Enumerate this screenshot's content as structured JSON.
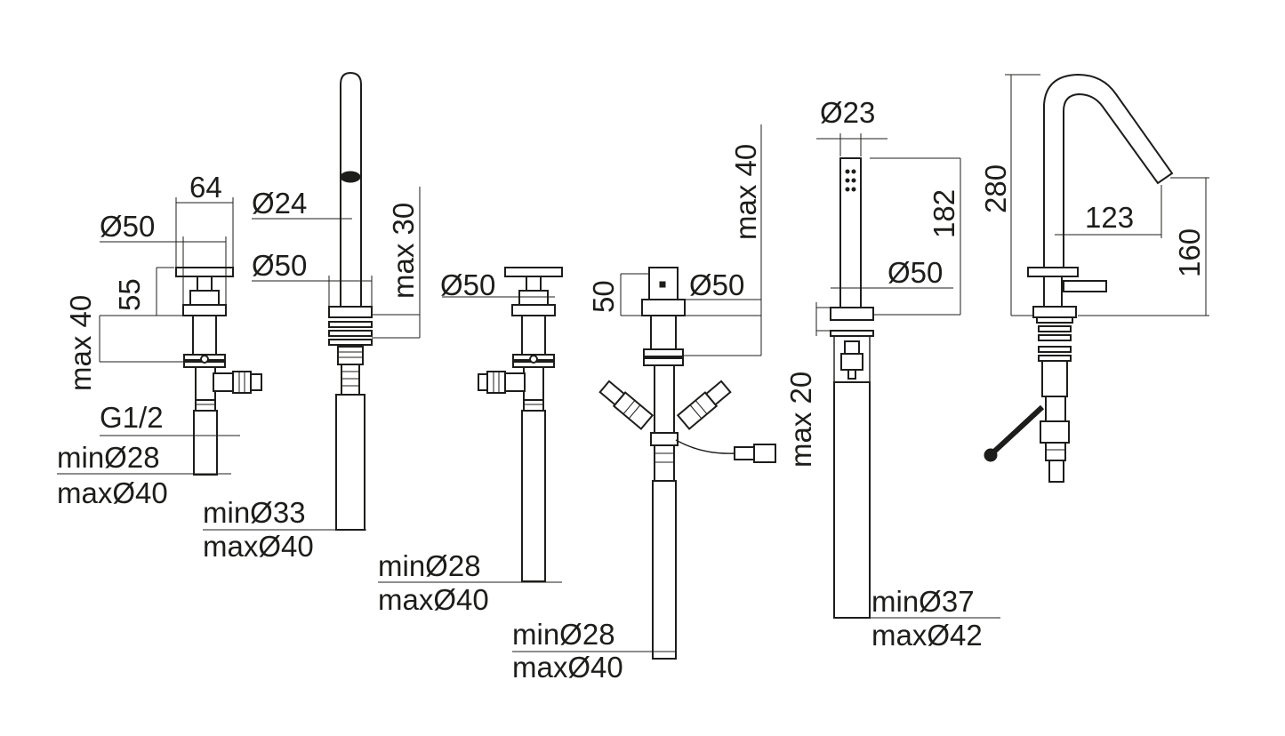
{
  "colors": {
    "line": "#1d1d1b",
    "background": "#ffffff"
  },
  "dims": {
    "valve1": {
      "w64": "64",
      "d50": "Ø50",
      "h55": "55",
      "max40": "max 40",
      "thread": "G1/2",
      "min": "minØ28",
      "max": "maxØ40"
    },
    "shower": {
      "d24": "Ø24",
      "d50": "Ø50",
      "max30": "max 30",
      "min": "minØ33",
      "max": "maxØ40"
    },
    "valve2": {
      "d50": "Ø50",
      "min": "minØ28",
      "max": "maxØ40"
    },
    "diverter": {
      "h50": "50",
      "d50": "Ø50",
      "max40": "max 40",
      "min": "minØ28",
      "max": "maxØ40"
    },
    "handshower": {
      "d23": "Ø23",
      "h182": "182",
      "d50": "Ø50",
      "max20": "max 20",
      "min": "minØ37",
      "max": "maxØ42"
    },
    "spout": {
      "h280": "280",
      "w123": "123",
      "h160": "160"
    }
  }
}
